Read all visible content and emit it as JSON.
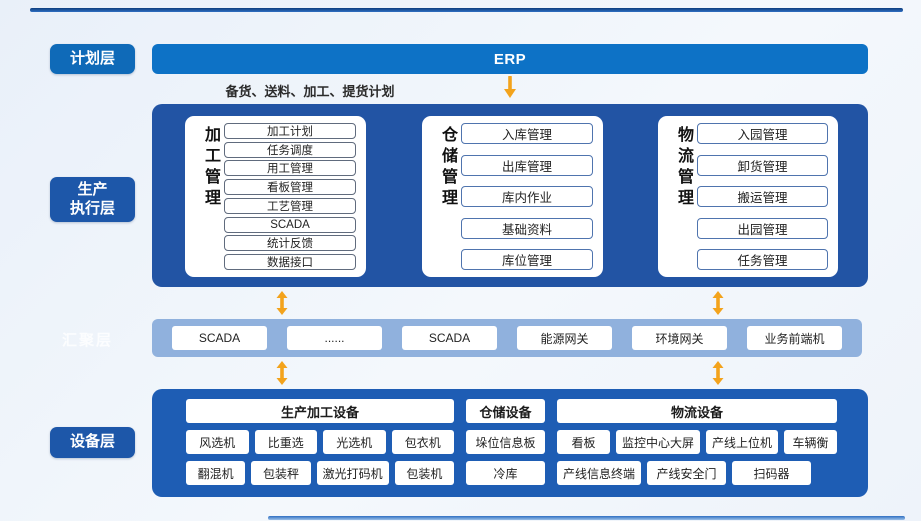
{
  "note_text": "备货、送料、加工、提货计划",
  "erp": {
    "label": "ERP"
  },
  "layers": {
    "plan_label": "计划层",
    "mes_label": "生产\n执行层",
    "agg_label": "汇聚层",
    "device_label": "设备层"
  },
  "mes": {
    "groups": [
      {
        "title": "加工管理",
        "items": [
          "加工计划",
          "任务调度",
          "用工管理",
          "看板管理",
          "工艺管理",
          "SCADA",
          "统计反馈",
          "数据接口"
        ]
      },
      {
        "title": "仓储管理",
        "items": [
          "入库管理",
          "出库管理",
          "库内作业",
          "基础资料",
          "库位管理"
        ]
      },
      {
        "title": "物流管理",
        "items": [
          "入园管理",
          "卸货管理",
          "搬运管理",
          "出园管理",
          "任务管理"
        ]
      }
    ]
  },
  "agg": {
    "nodes": [
      "SCADA",
      "......",
      "SCADA",
      "能源网关",
      "环境网关",
      "业务前端机"
    ]
  },
  "device": {
    "groups": [
      {
        "header": "生产加工设备",
        "rows": [
          [
            "风选机",
            "比重选",
            "光选机",
            "包衣机"
          ],
          [
            "翻混机",
            "包装秤",
            "激光打码机",
            "包装机"
          ]
        ]
      },
      {
        "header": "仓储设备",
        "rows": [
          [
            "垛位信息板"
          ],
          [
            "冷库"
          ]
        ]
      },
      {
        "header": "物流设备",
        "rows": [
          [
            "看板",
            "监控中心大屏",
            "产线上位机",
            "车辆衡"
          ],
          [
            "产线信息终端",
            "产线安全门",
            "扫码器"
          ]
        ]
      }
    ]
  },
  "icons": {
    "erp_to_mes": "down-arrow",
    "layer_links": "updown-arrow"
  },
  "colors": {
    "accent_orange": "#f3a31c",
    "erp_blue": "#0d72c6",
    "mes_navy": "#2254a4",
    "device_blue": "#1e5db4",
    "agg_light_blue": "#90b1dd",
    "label_navy": "#1d57a9",
    "plan_label_blue": "#0f6ab8",
    "top_rule_navy": "#0d3d7d"
  }
}
